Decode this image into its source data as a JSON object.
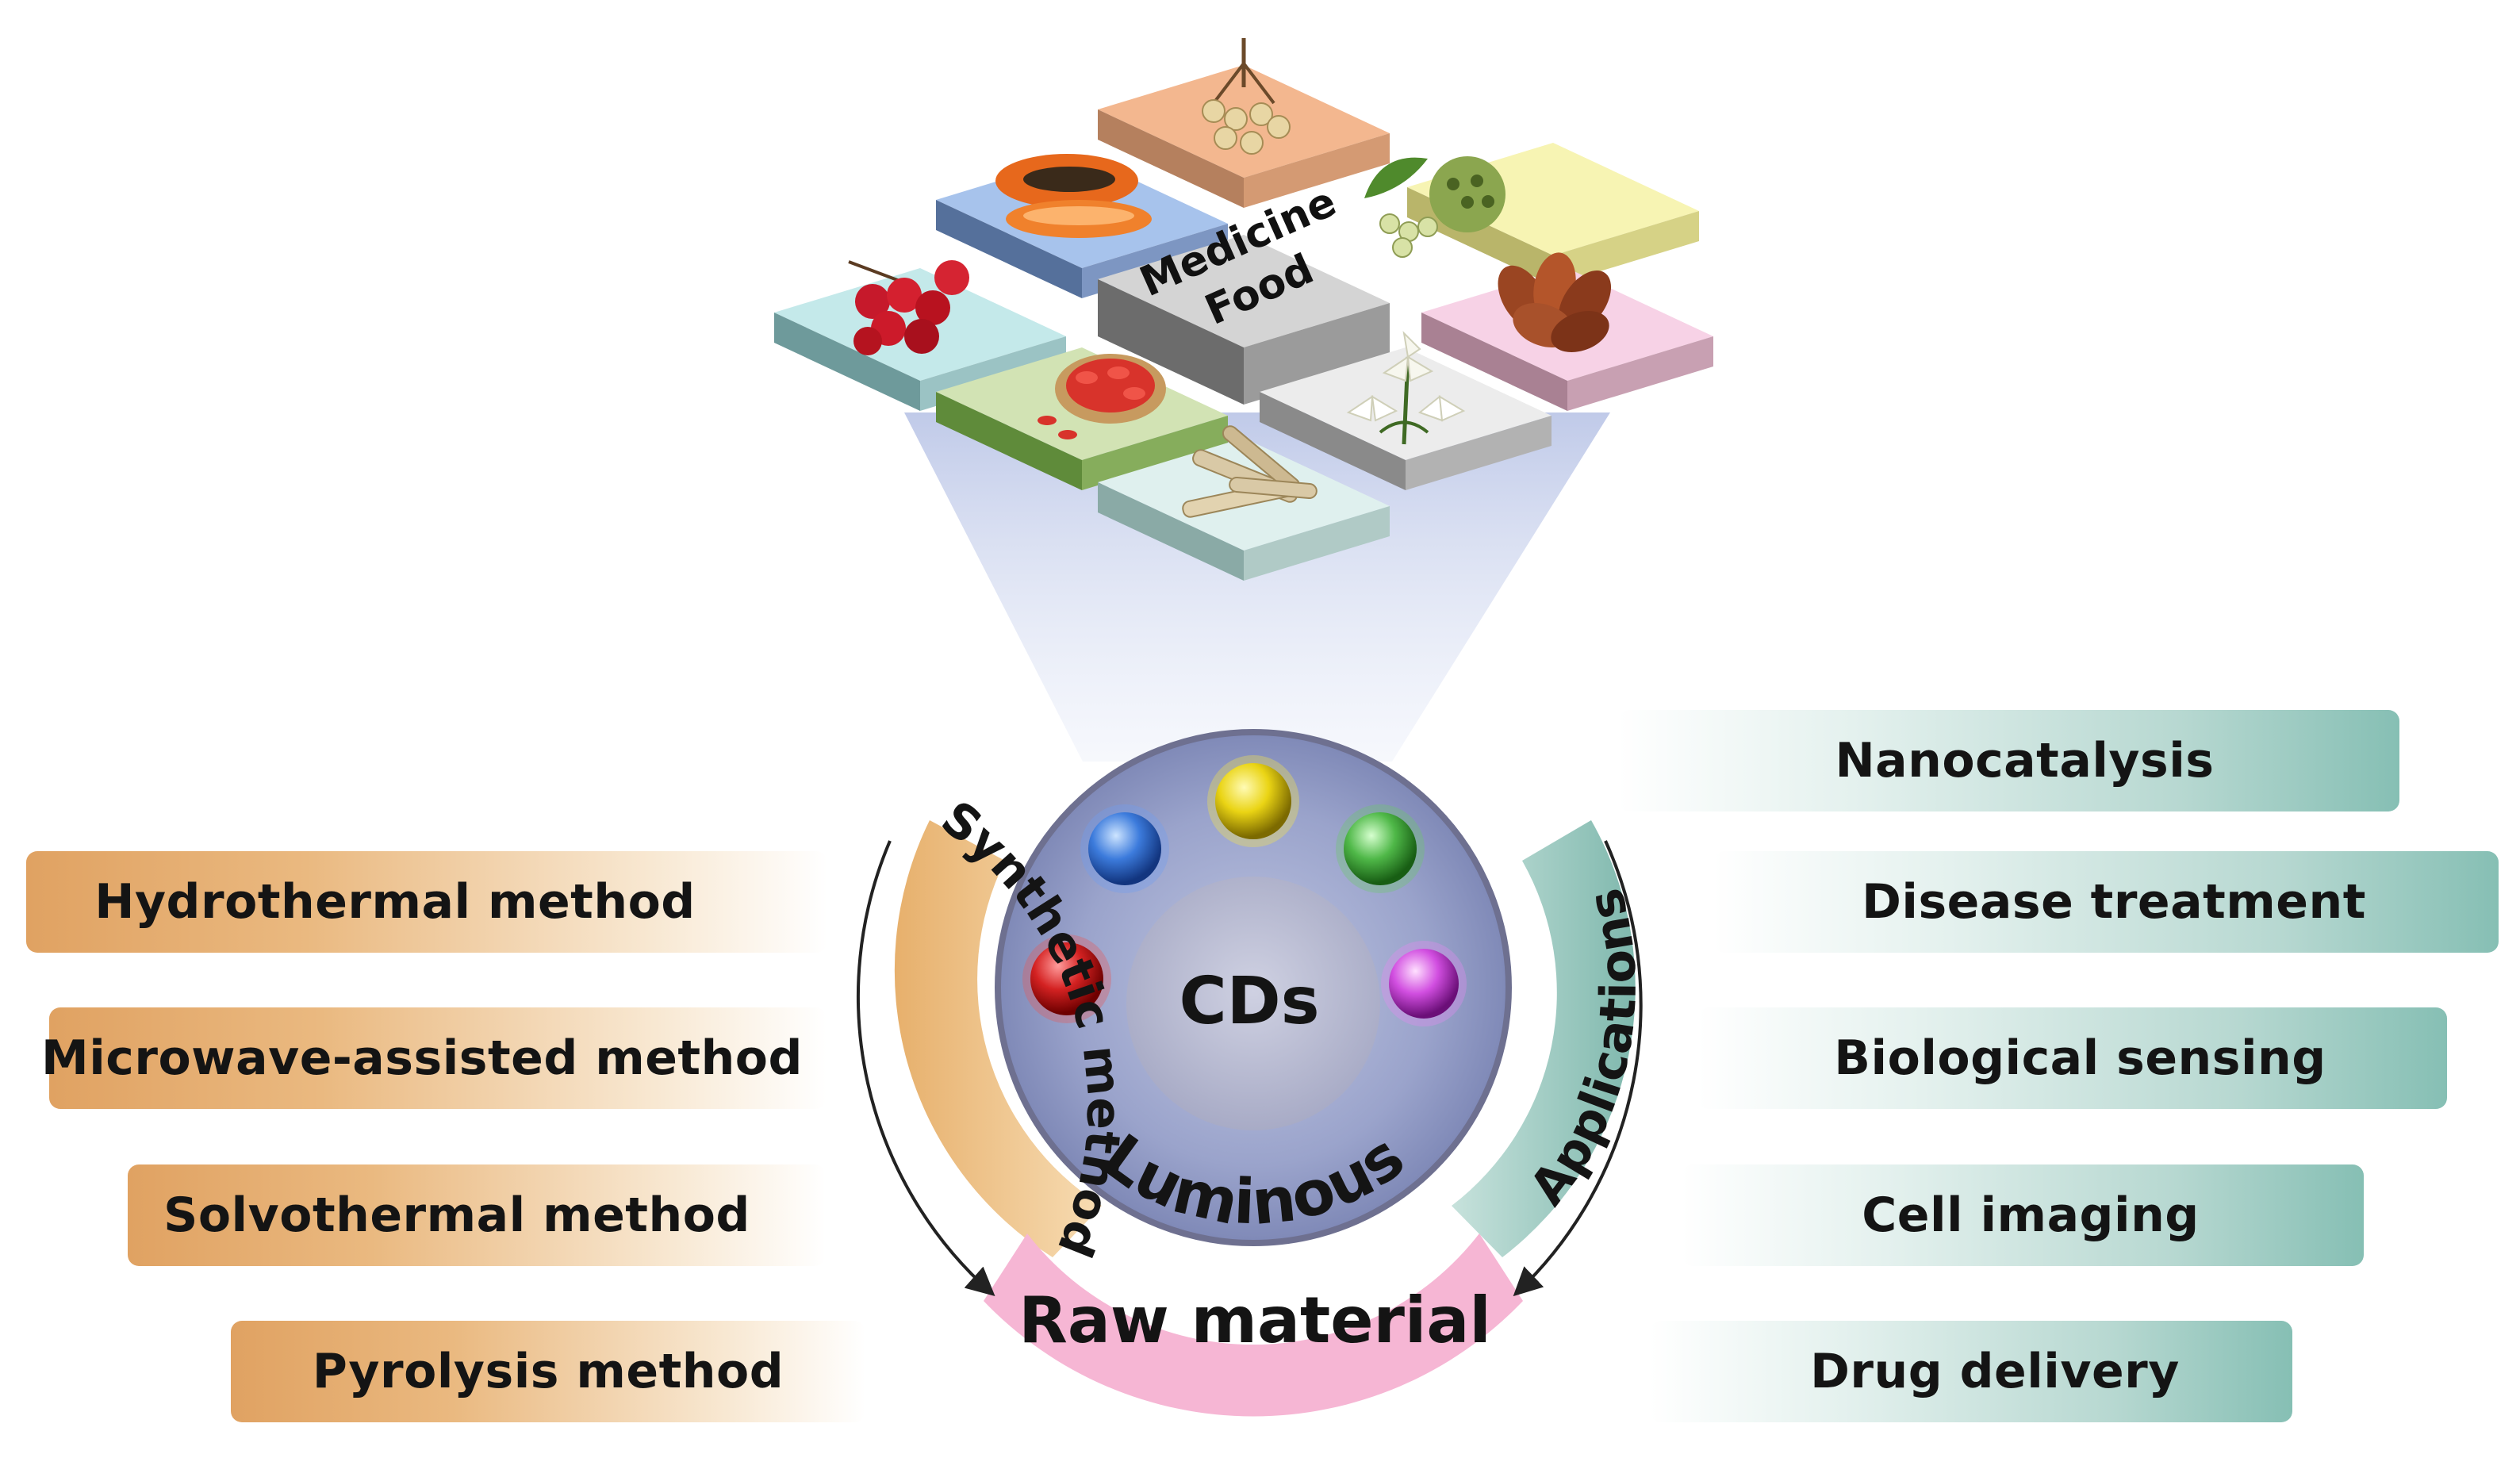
{
  "tiles": {
    "center": [
      "Medicine",
      "Food"
    ]
  },
  "hub": {
    "center_label": "CDs",
    "luminous_label": "Luminous",
    "raw_material_label": "Raw material",
    "synthetic_label": "Synthetic method",
    "applications_label": "Applications"
  },
  "left_methods": [
    "Hydrothermal method",
    "Microwave-assisted method",
    "Solvothermal method",
    "Pyrolysis method"
  ],
  "right_applications": [
    "Nanocatalysis",
    "Disease treatment",
    "Biological sensing",
    "Cell imaging",
    "Drug delivery"
  ],
  "colors": {
    "left_accent": "#e0a262",
    "right_accent": "#86bfb4",
    "raw_material": "#f5b7d4",
    "hub": "#8a93bd"
  },
  "icons": [
    "hawthorn-berries-icon",
    "papaya-icon",
    "longan-icon",
    "lotus-seed-icon",
    "gardenia-fruit-icon",
    "goji-berries-icon",
    "root-slices-icon",
    "lily-flowers-icon"
  ]
}
